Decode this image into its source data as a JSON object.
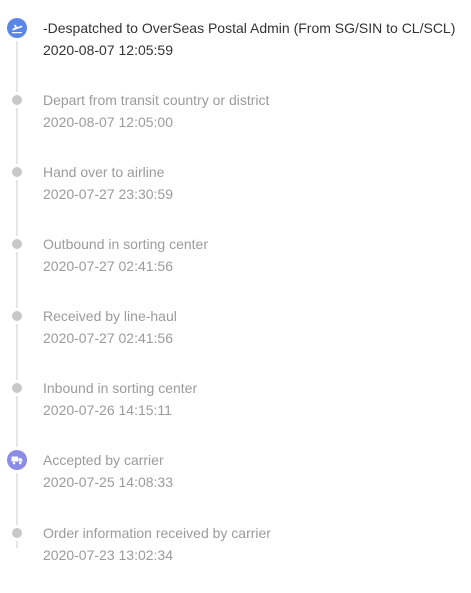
{
  "tracking": {
    "events": [
      {
        "status": "-Despatched to OverSeas Postal Admin (From SG/SIN to CL/SCL)",
        "time": "2020-08-07 12:05:59",
        "icon": "airplane-icon",
        "state": "active"
      },
      {
        "status": "Depart from transit country or district",
        "time": "2020-08-07 12:05:00",
        "icon": "dot",
        "state": "inactive"
      },
      {
        "status": "Hand over to airline",
        "time": "2020-07-27 23:30:59",
        "icon": "dot",
        "state": "inactive"
      },
      {
        "status": "Outbound in sorting center",
        "time": "2020-07-27 02:41:56",
        "icon": "dot",
        "state": "inactive"
      },
      {
        "status": "Received by line-haul",
        "time": "2020-07-27 02:41:56",
        "icon": "dot",
        "state": "inactive"
      },
      {
        "status": "Inbound in sorting center",
        "time": "2020-07-26 14:15:11",
        "icon": "dot",
        "state": "inactive"
      },
      {
        "status": "Accepted by carrier",
        "time": "2020-07-25 14:08:33",
        "icon": "truck-icon",
        "state": "inactive"
      },
      {
        "status": "Order information received by carrier",
        "time": "2020-07-23 13:02:34",
        "icon": "dot",
        "state": "inactive"
      }
    ]
  },
  "colors": {
    "active_text": "#333333",
    "inactive_text": "#9b9b9b",
    "dot": "#c8c8c8",
    "line": "#e6e6e6",
    "plane_badge": "#5b86e5",
    "truck_badge": "#8a8ce6"
  }
}
